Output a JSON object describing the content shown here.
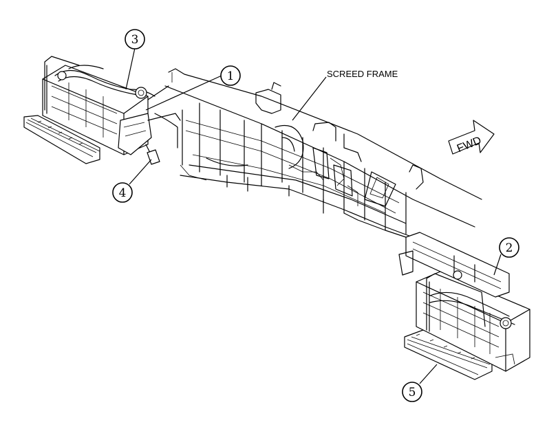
{
  "callouts": {
    "c1": "1",
    "c2": "2",
    "c3": "3",
    "c4": "4",
    "c5": "5"
  },
  "labels": {
    "screed_frame": "SCREED FRAME",
    "fwd": "FWD"
  }
}
